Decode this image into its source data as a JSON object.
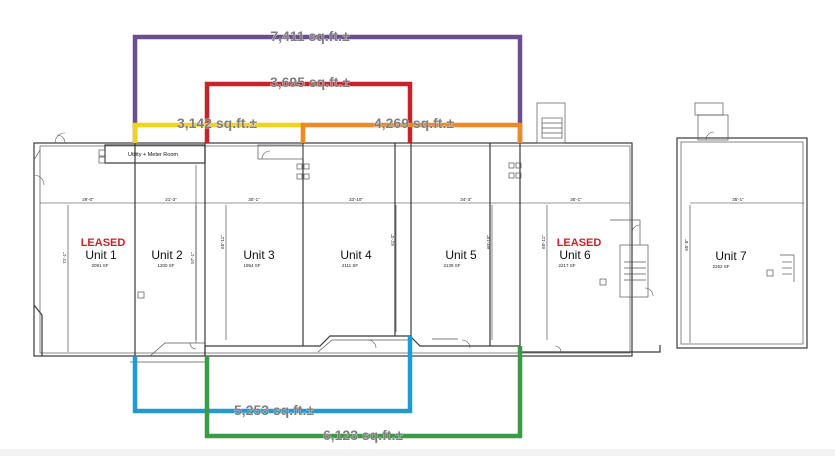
{
  "units": [
    {
      "id": "unit-1",
      "name": "Unit 1",
      "area": "2091 SF",
      "leased": true,
      "width_dim": "29'-0\"",
      "depth_dim": "71'-1\""
    },
    {
      "id": "unit-2",
      "name": "Unit 2",
      "area": "1200 SF",
      "leased": false,
      "width_dim": "21'-3\"",
      "depth_dim": "57'-1\""
    },
    {
      "id": "unit-3",
      "name": "Unit 3",
      "area": "1954 SF",
      "leased": false,
      "width_dim": "30'-1\"",
      "depth_dim": "65'-11\""
    },
    {
      "id": "unit-4",
      "name": "Unit 4",
      "area": "2111 SF",
      "leased": false,
      "width_dim": "33'-10\"",
      "depth_dim": "61'-3\""
    },
    {
      "id": "unit-5",
      "name": "Unit 5",
      "area": "2139 SF",
      "leased": false,
      "width_dim": "34'-3\"",
      "depth_dim": "60'-10\""
    },
    {
      "id": "unit-6",
      "name": "Unit 6",
      "area": "2217 SF",
      "leased": true,
      "width_dim": "35'-1\"",
      "depth_dim": "60'-11\""
    },
    {
      "id": "unit-7",
      "name": "Unit 7",
      "area": "2262 SF",
      "leased": false,
      "width_dim": "35'-1\"",
      "depth_dim": "65'-8\""
    }
  ],
  "leased_label": "LEASED",
  "utility_room_label": "Utility + Meter Room",
  "groupings": [
    {
      "id": "group-purple",
      "label": "7,411 sq.ft.±",
      "color": "#6b4e8e"
    },
    {
      "id": "group-red",
      "label": "3,695 sq.ft.±",
      "color": "#c8222a"
    },
    {
      "id": "group-yellow",
      "label": "3,142 sq.ft.±",
      "color": "#f2d21b"
    },
    {
      "id": "group-orange",
      "label": "4,269 sq.ft.±",
      "color": "#e98a2d"
    },
    {
      "id": "group-blue",
      "label": "5,253 sq.ft.±",
      "color": "#2399cf"
    },
    {
      "id": "group-green",
      "label": "6,123 sq.ft.±",
      "color": "#3a9a45"
    }
  ]
}
